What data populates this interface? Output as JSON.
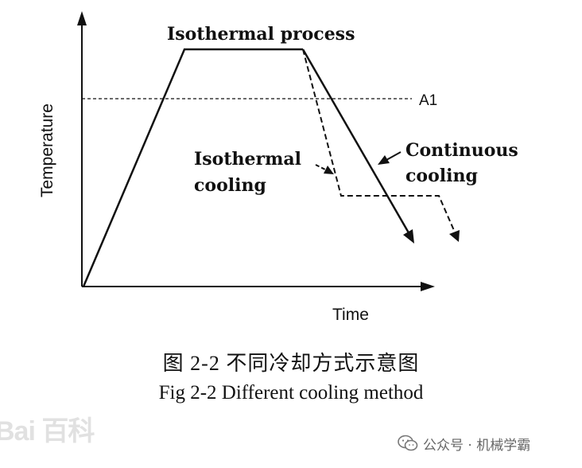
{
  "diagram": {
    "labels": {
      "isothermal_process": "Isothermal process",
      "a1": "A1",
      "isothermal_cooling_line1": "Isothermal",
      "isothermal_cooling_line2": "cooling",
      "continuous_cooling_line1": "Continuous",
      "continuous_cooling_line2": "cooling",
      "y_axis": "Temperature",
      "x_axis": "Time"
    },
    "colors": {
      "line": "#111111",
      "background": "#ffffff"
    }
  },
  "caption": {
    "chinese": "图 2-2 不同冷却方式示意图",
    "english": "Fig 2-2 Different cooling method"
  },
  "watermark": {
    "baidu": "Bai 百科",
    "account": "公众号 · 机械学霸",
    "icon": "wechat-icon"
  }
}
